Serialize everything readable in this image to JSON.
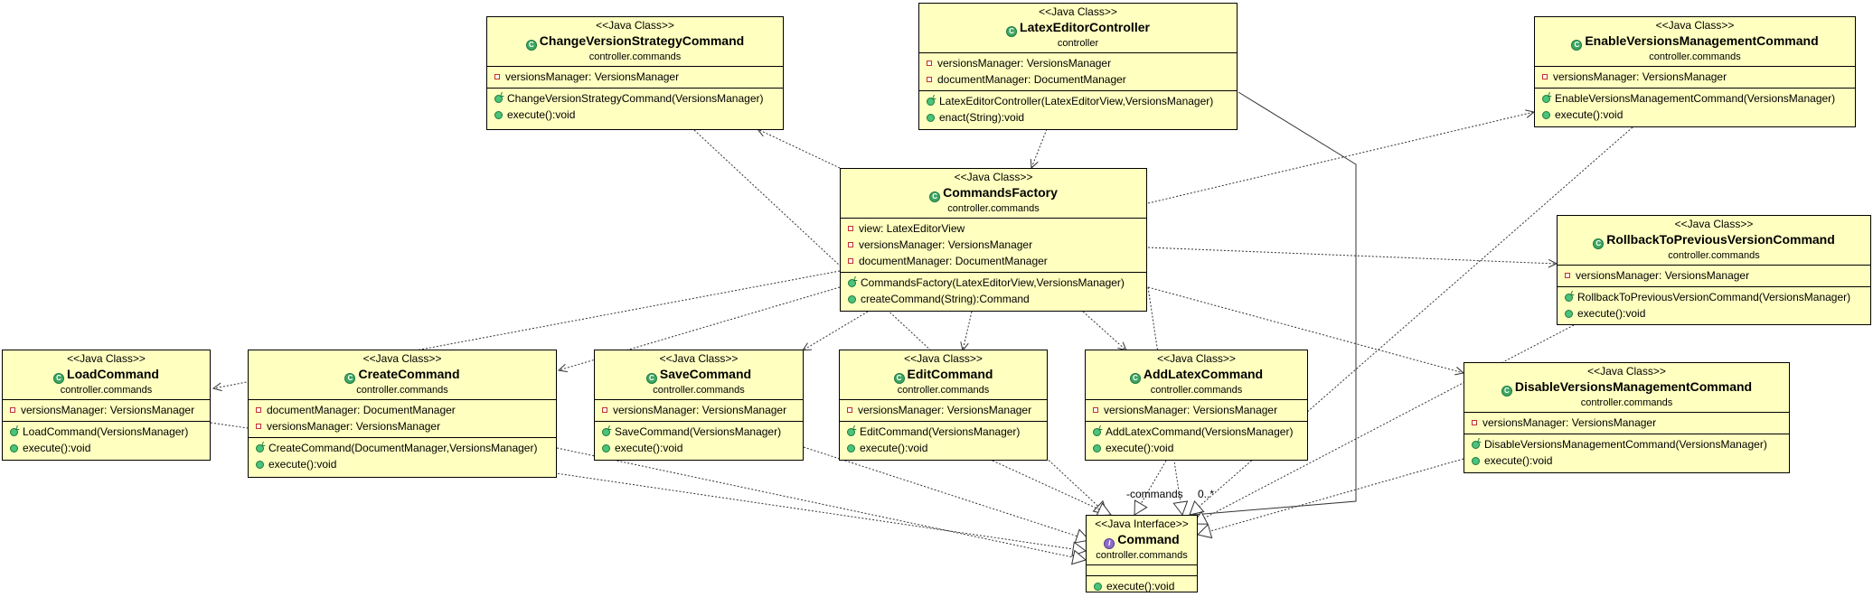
{
  "classes": {
    "change_version_strategy_command": {
      "stereotype": "<<Java Class>>",
      "name": "ChangeVersionStrategyCommand",
      "package": "controller.commands",
      "fields": [
        "versionsManager: VersionsManager"
      ],
      "methods": [
        "ChangeVersionStrategyCommand(VersionsManager)",
        "execute():void"
      ]
    },
    "latex_editor_controller": {
      "stereotype": "<<Java Class>>",
      "name": "LatexEditorController",
      "package": "controller",
      "fields": [
        "versionsManager: VersionsManager",
        "documentManager: DocumentManager"
      ],
      "methods": [
        "LatexEditorController(LatexEditorView,VersionsManager)",
        "enact(String):void"
      ]
    },
    "enable_versions_management_command": {
      "stereotype": "<<Java Class>>",
      "name": "EnableVersionsManagementCommand",
      "package": "controller.commands",
      "fields": [
        "versionsManager: VersionsManager"
      ],
      "methods": [
        "EnableVersionsManagementCommand(VersionsManager)",
        "execute():void"
      ]
    },
    "commands_factory": {
      "stereotype": "<<Java Class>>",
      "name": "CommandsFactory",
      "package": "controller.commands",
      "fields": [
        "view: LatexEditorView",
        "versionsManager: VersionsManager",
        "documentManager: DocumentManager"
      ],
      "methods": [
        "CommandsFactory(LatexEditorView,VersionsManager)",
        "createCommand(String):Command"
      ]
    },
    "rollback_to_previous_version_command": {
      "stereotype": "<<Java Class>>",
      "name": "RollbackToPreviousVersionCommand",
      "package": "controller.commands",
      "fields": [
        "versionsManager: VersionsManager"
      ],
      "methods": [
        "RollbackToPreviousVersionCommand(VersionsManager)",
        "execute():void"
      ]
    },
    "load_command": {
      "stereotype": "<<Java Class>>",
      "name": "LoadCommand",
      "package": "controller.commands",
      "fields": [
        "versionsManager: VersionsManager"
      ],
      "methods": [
        "LoadCommand(VersionsManager)",
        "execute():void"
      ]
    },
    "create_command": {
      "stereotype": "<<Java Class>>",
      "name": "CreateCommand",
      "package": "controller.commands",
      "fields": [
        "documentManager: DocumentManager",
        "versionsManager: VersionsManager"
      ],
      "methods": [
        "CreateCommand(DocumentManager,VersionsManager)",
        "execute():void"
      ]
    },
    "save_command": {
      "stereotype": "<<Java Class>>",
      "name": "SaveCommand",
      "package": "controller.commands",
      "fields": [
        "versionsManager: VersionsManager"
      ],
      "methods": [
        "SaveCommand(VersionsManager)",
        "execute():void"
      ]
    },
    "edit_command": {
      "stereotype": "<<Java Class>>",
      "name": "EditCommand",
      "package": "controller.commands",
      "fields": [
        "versionsManager: VersionsManager"
      ],
      "methods": [
        "EditCommand(VersionsManager)",
        "execute():void"
      ]
    },
    "add_latex_command": {
      "stereotype": "<<Java Class>>",
      "name": "AddLatexCommand",
      "package": "controller.commands",
      "fields": [
        "versionsManager: VersionsManager"
      ],
      "methods": [
        "AddLatexCommand(VersionsManager)",
        "execute():void"
      ]
    },
    "disable_versions_management_command": {
      "stereotype": "<<Java Class>>",
      "name": "DisableVersionsManagementCommand",
      "package": "controller.commands",
      "fields": [
        "versionsManager: VersionsManager"
      ],
      "methods": [
        "DisableVersionsManagementCommand(VersionsManager)",
        "execute():void"
      ]
    },
    "command": {
      "stereotype": "<<Java Interface>>",
      "name": "Command",
      "package": "controller.commands",
      "fields": [],
      "methods": [
        "execute():void"
      ]
    }
  },
  "association": {
    "role": "-commands",
    "multiplicity": "0..*"
  },
  "colors": {
    "class_fill": "#ffffc0",
    "border": "#000000",
    "line": "#333333"
  },
  "icons": {
    "class": "class-icon",
    "interface": "interface-icon",
    "field": "private-field-icon",
    "constructor": "constructor-icon",
    "method": "public-method-icon"
  }
}
